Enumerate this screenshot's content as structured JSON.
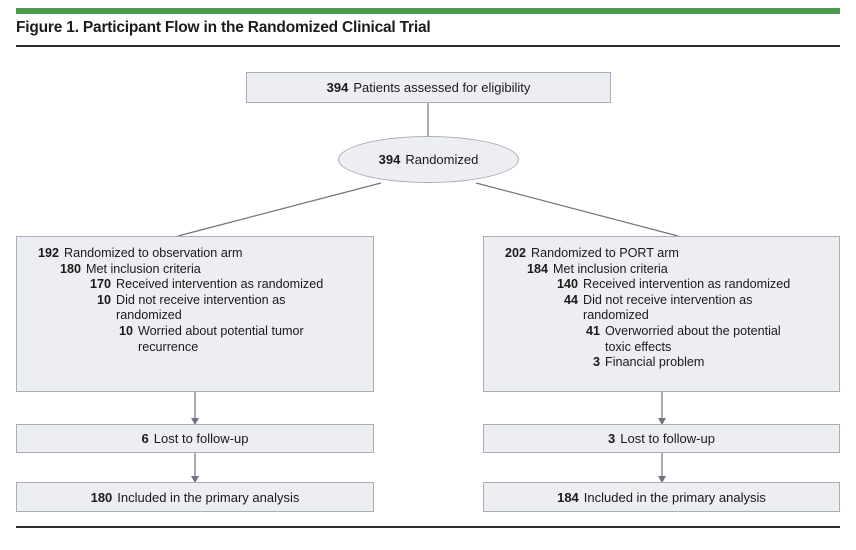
{
  "figure": {
    "title": "Figure 1. Participant Flow in the Randomized Clinical Trial",
    "accent_color": "#4b9b4f",
    "box_fill": "#eceef2",
    "box_border": "#a9aeb8",
    "connector_color": "#6f7480"
  },
  "chart_data": {
    "type": "diagram",
    "diagram_kind": "consort-participant-flow",
    "title": "Figure 1. Participant Flow in the Randomized Clinical Trial",
    "nodes": [
      {
        "id": "assessed",
        "shape": "rect",
        "number": "394",
        "label": "Patients assessed for eligibility"
      },
      {
        "id": "randomized",
        "shape": "ellipse",
        "number": "394",
        "label": "Randomized"
      },
      {
        "id": "observation-arm",
        "shape": "rect",
        "items": [
          {
            "level": 0,
            "number": "192",
            "label": "Randomized to observation arm"
          },
          {
            "level": 1,
            "number": "180",
            "label": "Met inclusion criteria"
          },
          {
            "level": 2,
            "number": "170",
            "label": "Received intervention as randomized"
          },
          {
            "level": 2,
            "number": "10",
            "label": "Did not receive intervention as randomized"
          },
          {
            "level": 3,
            "number": "10",
            "label": "Worried about potential tumor recurrence"
          }
        ]
      },
      {
        "id": "port-arm",
        "shape": "rect",
        "items": [
          {
            "level": 0,
            "number": "202",
            "label": "Randomized to PORT arm"
          },
          {
            "level": 1,
            "number": "184",
            "label": "Met inclusion criteria"
          },
          {
            "level": 2,
            "number": "140",
            "label": "Received intervention as randomized"
          },
          {
            "level": 2,
            "number": "44",
            "label": "Did not receive intervention as randomized"
          },
          {
            "level": 3,
            "number": "41",
            "label": "Overworried about the potential toxic effects"
          },
          {
            "level": 3,
            "number": "3",
            "label": "Financial problem"
          }
        ]
      },
      {
        "id": "lost-left",
        "shape": "rect",
        "number": "6",
        "label": "Lost to follow-up"
      },
      {
        "id": "lost-right",
        "shape": "rect",
        "number": "3",
        "label": "Lost to follow-up"
      },
      {
        "id": "analysis-left",
        "shape": "rect",
        "number": "180",
        "label": "Included in the primary analysis"
      },
      {
        "id": "analysis-right",
        "shape": "rect",
        "number": "184",
        "label": "Included in the primary analysis"
      }
    ],
    "edges": [
      {
        "from": "assessed",
        "to": "randomized",
        "arrow": false
      },
      {
        "from": "randomized",
        "to": "observation-arm",
        "arrow": false
      },
      {
        "from": "randomized",
        "to": "port-arm",
        "arrow": false
      },
      {
        "from": "observation-arm",
        "to": "lost-left",
        "arrow": true
      },
      {
        "from": "port-arm",
        "to": "lost-right",
        "arrow": true
      },
      {
        "from": "lost-left",
        "to": "analysis-left",
        "arrow": true
      },
      {
        "from": "lost-right",
        "to": "analysis-right",
        "arrow": true
      }
    ]
  },
  "nodes": {
    "assessed": {
      "number": "394",
      "label": "Patients assessed for eligibility"
    },
    "randomized": {
      "number": "394",
      "label": "Randomized"
    },
    "lost_left": {
      "number": "6",
      "label": "Lost to follow-up"
    },
    "lost_right": {
      "number": "3",
      "label": "Lost to follow-up"
    },
    "analysis_left": {
      "number": "180",
      "label": "Included in the primary analysis"
    },
    "analysis_right": {
      "number": "184",
      "label": "Included in the primary analysis"
    }
  },
  "observation_arm": {
    "items": [
      {
        "number": "192",
        "label": "Randomized to observation arm"
      },
      {
        "number": "180",
        "label": "Met inclusion criteria"
      },
      {
        "number": "170",
        "label": "Received intervention as randomized"
      },
      {
        "number": "10",
        "label": "Did not receive intervention as randomized"
      },
      {
        "number": "10",
        "label": "Worried about potential tumor recurrence"
      }
    ]
  },
  "port_arm": {
    "items": [
      {
        "number": "202",
        "label": "Randomized to PORT arm"
      },
      {
        "number": "184",
        "label": "Met inclusion criteria"
      },
      {
        "number": "140",
        "label": "Received intervention as randomized"
      },
      {
        "number": "44",
        "label": "Did not receive intervention as randomized"
      },
      {
        "number": "41",
        "label": "Overworried about the potential toxic effects"
      },
      {
        "number": "3",
        "label": "Financial problem"
      }
    ]
  }
}
